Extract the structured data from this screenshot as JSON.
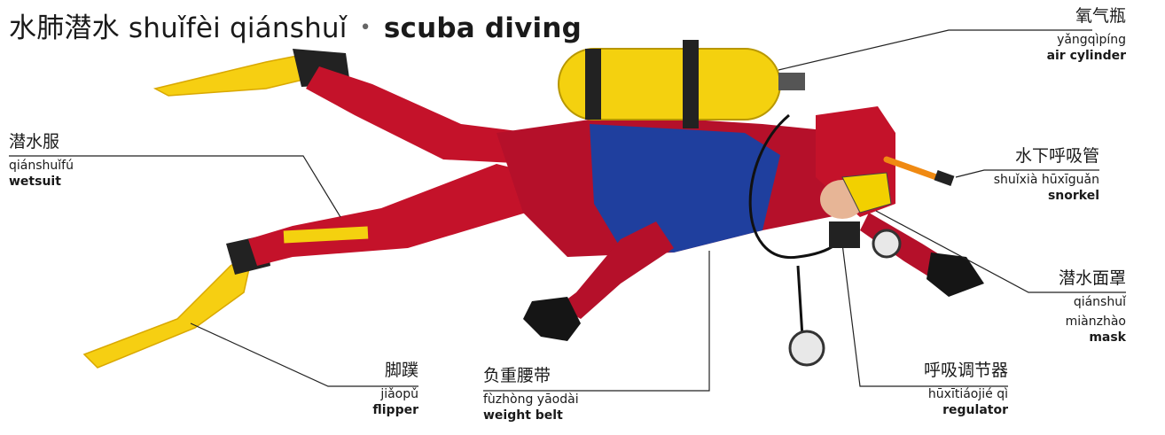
{
  "title": {
    "chinese": "水肺潜水",
    "pinyin": "shuǐfèi qiánshuǐ",
    "bullet": "•",
    "english": "scuba diving"
  },
  "labels": {
    "air_cylinder": {
      "zh": "氧气瓶",
      "pinyin": "yǎngqìpíng",
      "en": "air cylinder"
    },
    "wetsuit": {
      "zh": "潜水服",
      "pinyin": "qiánshuǐfú",
      "en": "wetsuit"
    },
    "snorkel": {
      "zh": "水下呼吸管",
      "pinyin": "shuǐxià hūxīguǎn",
      "en": "snorkel"
    },
    "mask": {
      "zh": "潜水面罩",
      "pinyin": "qiánshuǐ",
      "pinyin2": "miànzhào",
      "en": "mask"
    },
    "flipper": {
      "zh": "脚蹼",
      "pinyin": "jiǎopǔ",
      "en": "flipper"
    },
    "weight_belt": {
      "zh": "负重腰带",
      "pinyin": "fùzhòng yāodài",
      "en": "weight belt"
    },
    "regulator": {
      "zh": "呼吸调节器",
      "pinyin": "hūxītiáojié qì",
      "en": "regulator"
    }
  }
}
